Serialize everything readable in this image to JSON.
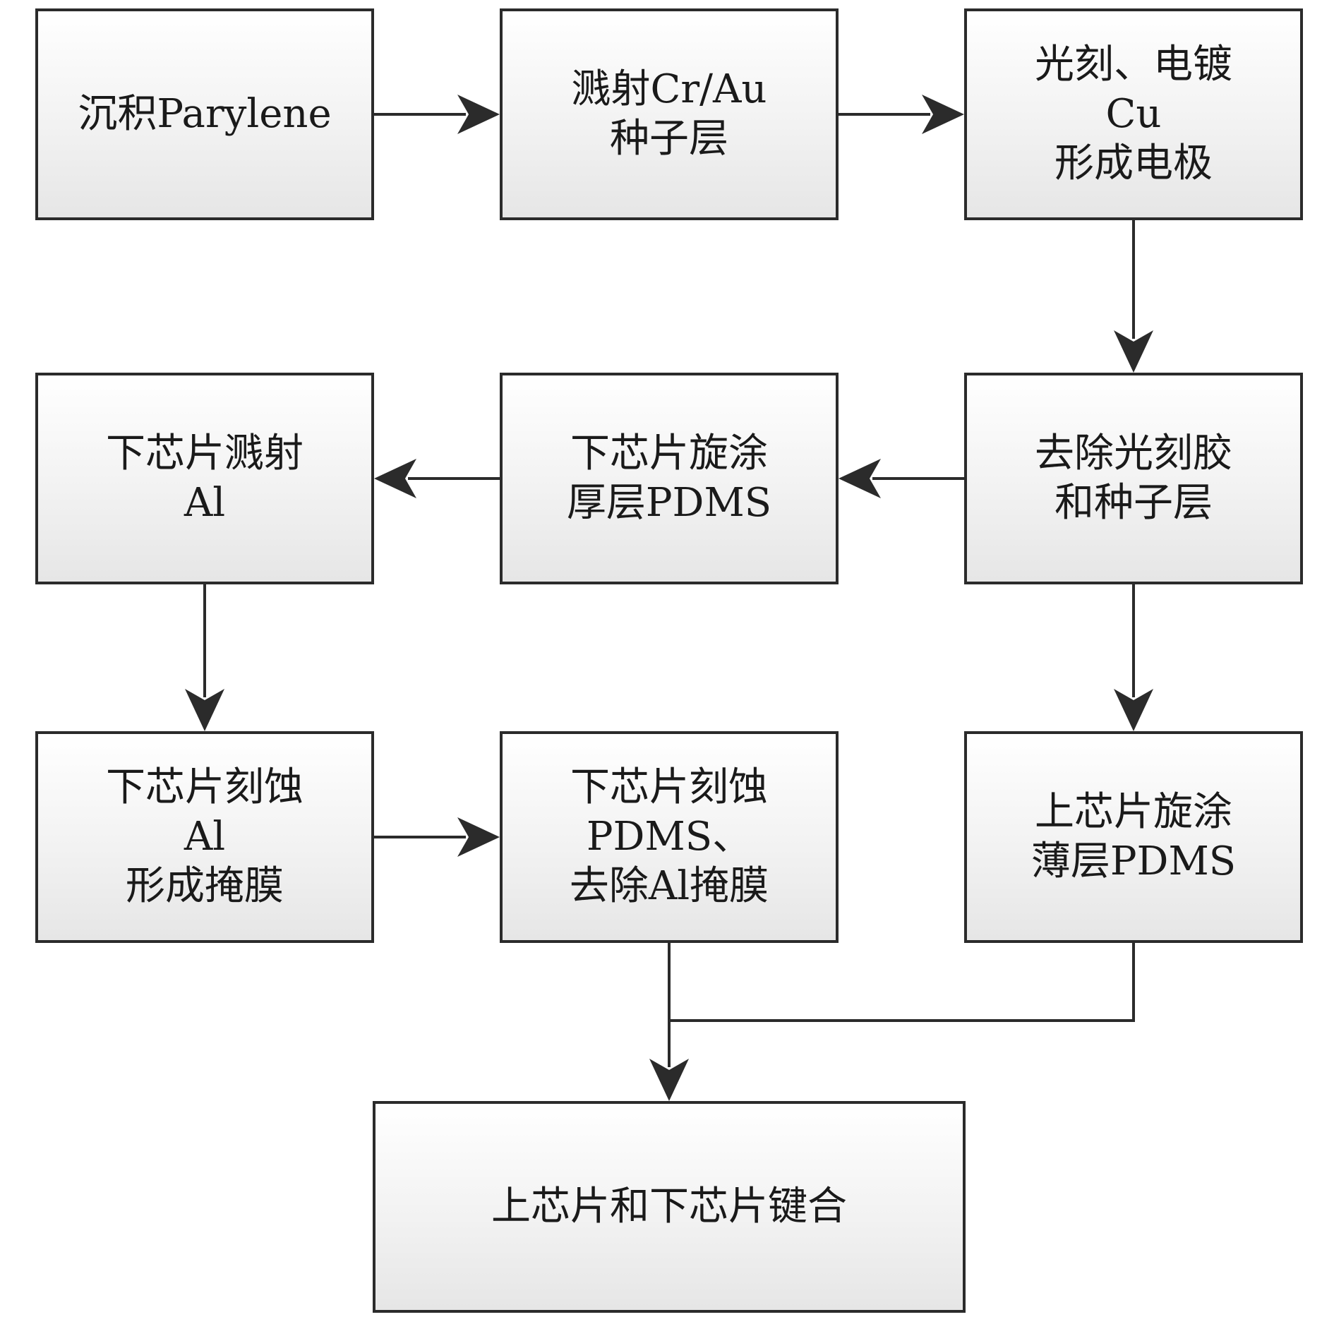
{
  "diagram": {
    "type": "flowchart",
    "nodes": [
      {
        "id": "n1",
        "lines": [
          "沉积Parylene"
        ]
      },
      {
        "id": "n2",
        "lines": [
          "溅射Cr/Au",
          "种子层"
        ]
      },
      {
        "id": "n3",
        "lines": [
          "光刻、电镀",
          "Cu",
          "形成电极"
        ]
      },
      {
        "id": "n4",
        "lines": [
          "去除光刻胶",
          "和种子层"
        ]
      },
      {
        "id": "n5",
        "lines": [
          "下芯片旋涂",
          "厚层PDMS"
        ]
      },
      {
        "id": "n6",
        "lines": [
          "下芯片溅射",
          "Al"
        ]
      },
      {
        "id": "n7",
        "lines": [
          "下芯片刻蚀",
          "Al",
          "形成掩膜"
        ]
      },
      {
        "id": "n8",
        "lines": [
          "下芯片刻蚀",
          "PDMS、",
          "去除Al掩膜"
        ]
      },
      {
        "id": "n9",
        "lines": [
          "上芯片旋涂",
          "薄层PDMS"
        ]
      },
      {
        "id": "n10",
        "lines": [
          "上芯片和下芯片键合"
        ]
      }
    ],
    "edges": [
      {
        "from": "n1",
        "to": "n2"
      },
      {
        "from": "n2",
        "to": "n3"
      },
      {
        "from": "n3",
        "to": "n4"
      },
      {
        "from": "n4",
        "to": "n5"
      },
      {
        "from": "n5",
        "to": "n6"
      },
      {
        "from": "n6",
        "to": "n7"
      },
      {
        "from": "n7",
        "to": "n8"
      },
      {
        "from": "n4",
        "to": "n9"
      },
      {
        "from": "n8",
        "to": "n10"
      },
      {
        "from": "n9",
        "to": "n10"
      }
    ],
    "colors": {
      "stroke": "#2b2b2b",
      "text": "#1a1a1a"
    }
  }
}
